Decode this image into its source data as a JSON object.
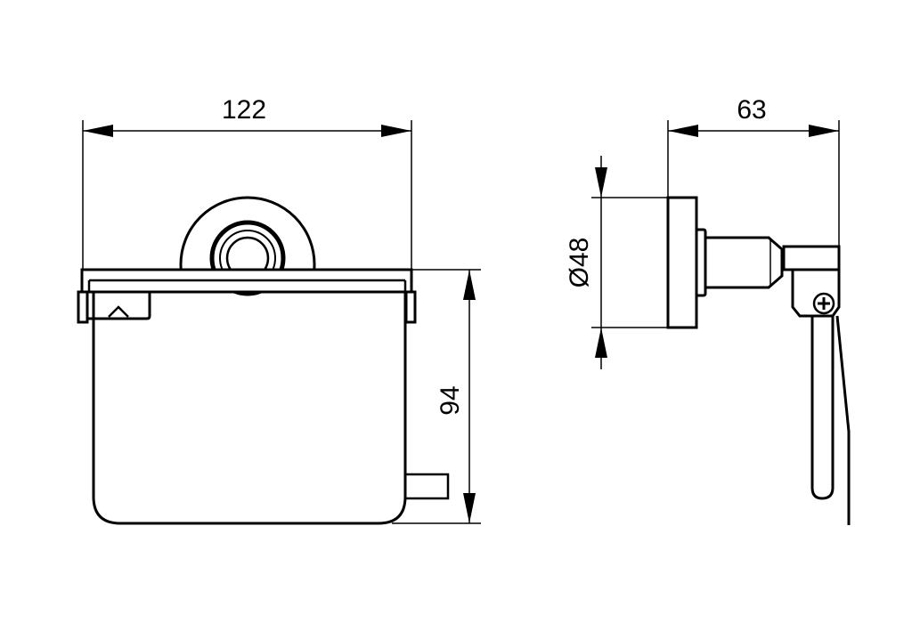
{
  "drawing": {
    "front_view": {
      "width_dimension": "122",
      "height_dimension": "94"
    },
    "side_view": {
      "depth_dimension": "63",
      "diameter_dimension": "Ø48"
    },
    "colors": {
      "line": "#000000",
      "background": "#ffffff"
    }
  }
}
